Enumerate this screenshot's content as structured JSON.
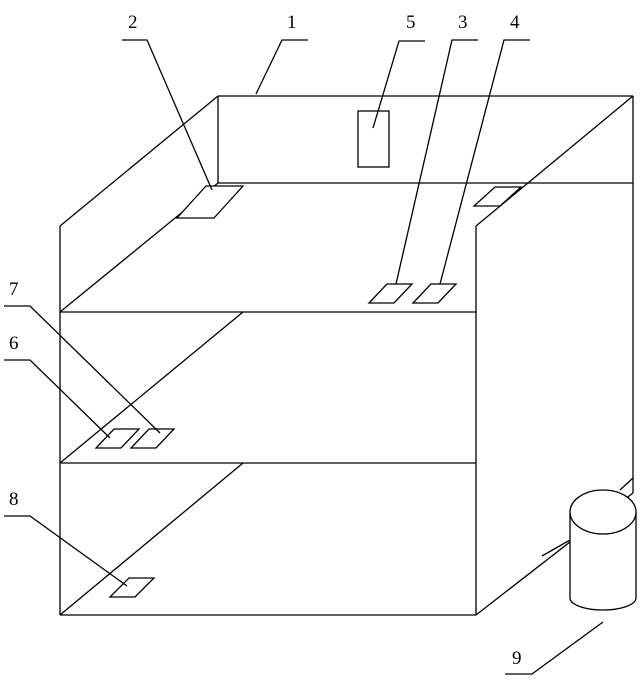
{
  "figure": {
    "line_color": "#000000",
    "background": "#ffffff"
  },
  "labels": {
    "cabinet": "1",
    "sensor_top_left": "2",
    "sensor_top_right_a": "3",
    "sensor_top_right_b": "4",
    "control_box": "5",
    "sensor_middle_left": "6",
    "sensor_middle_right": "7",
    "sensor_bottom": "8",
    "container": "9"
  }
}
